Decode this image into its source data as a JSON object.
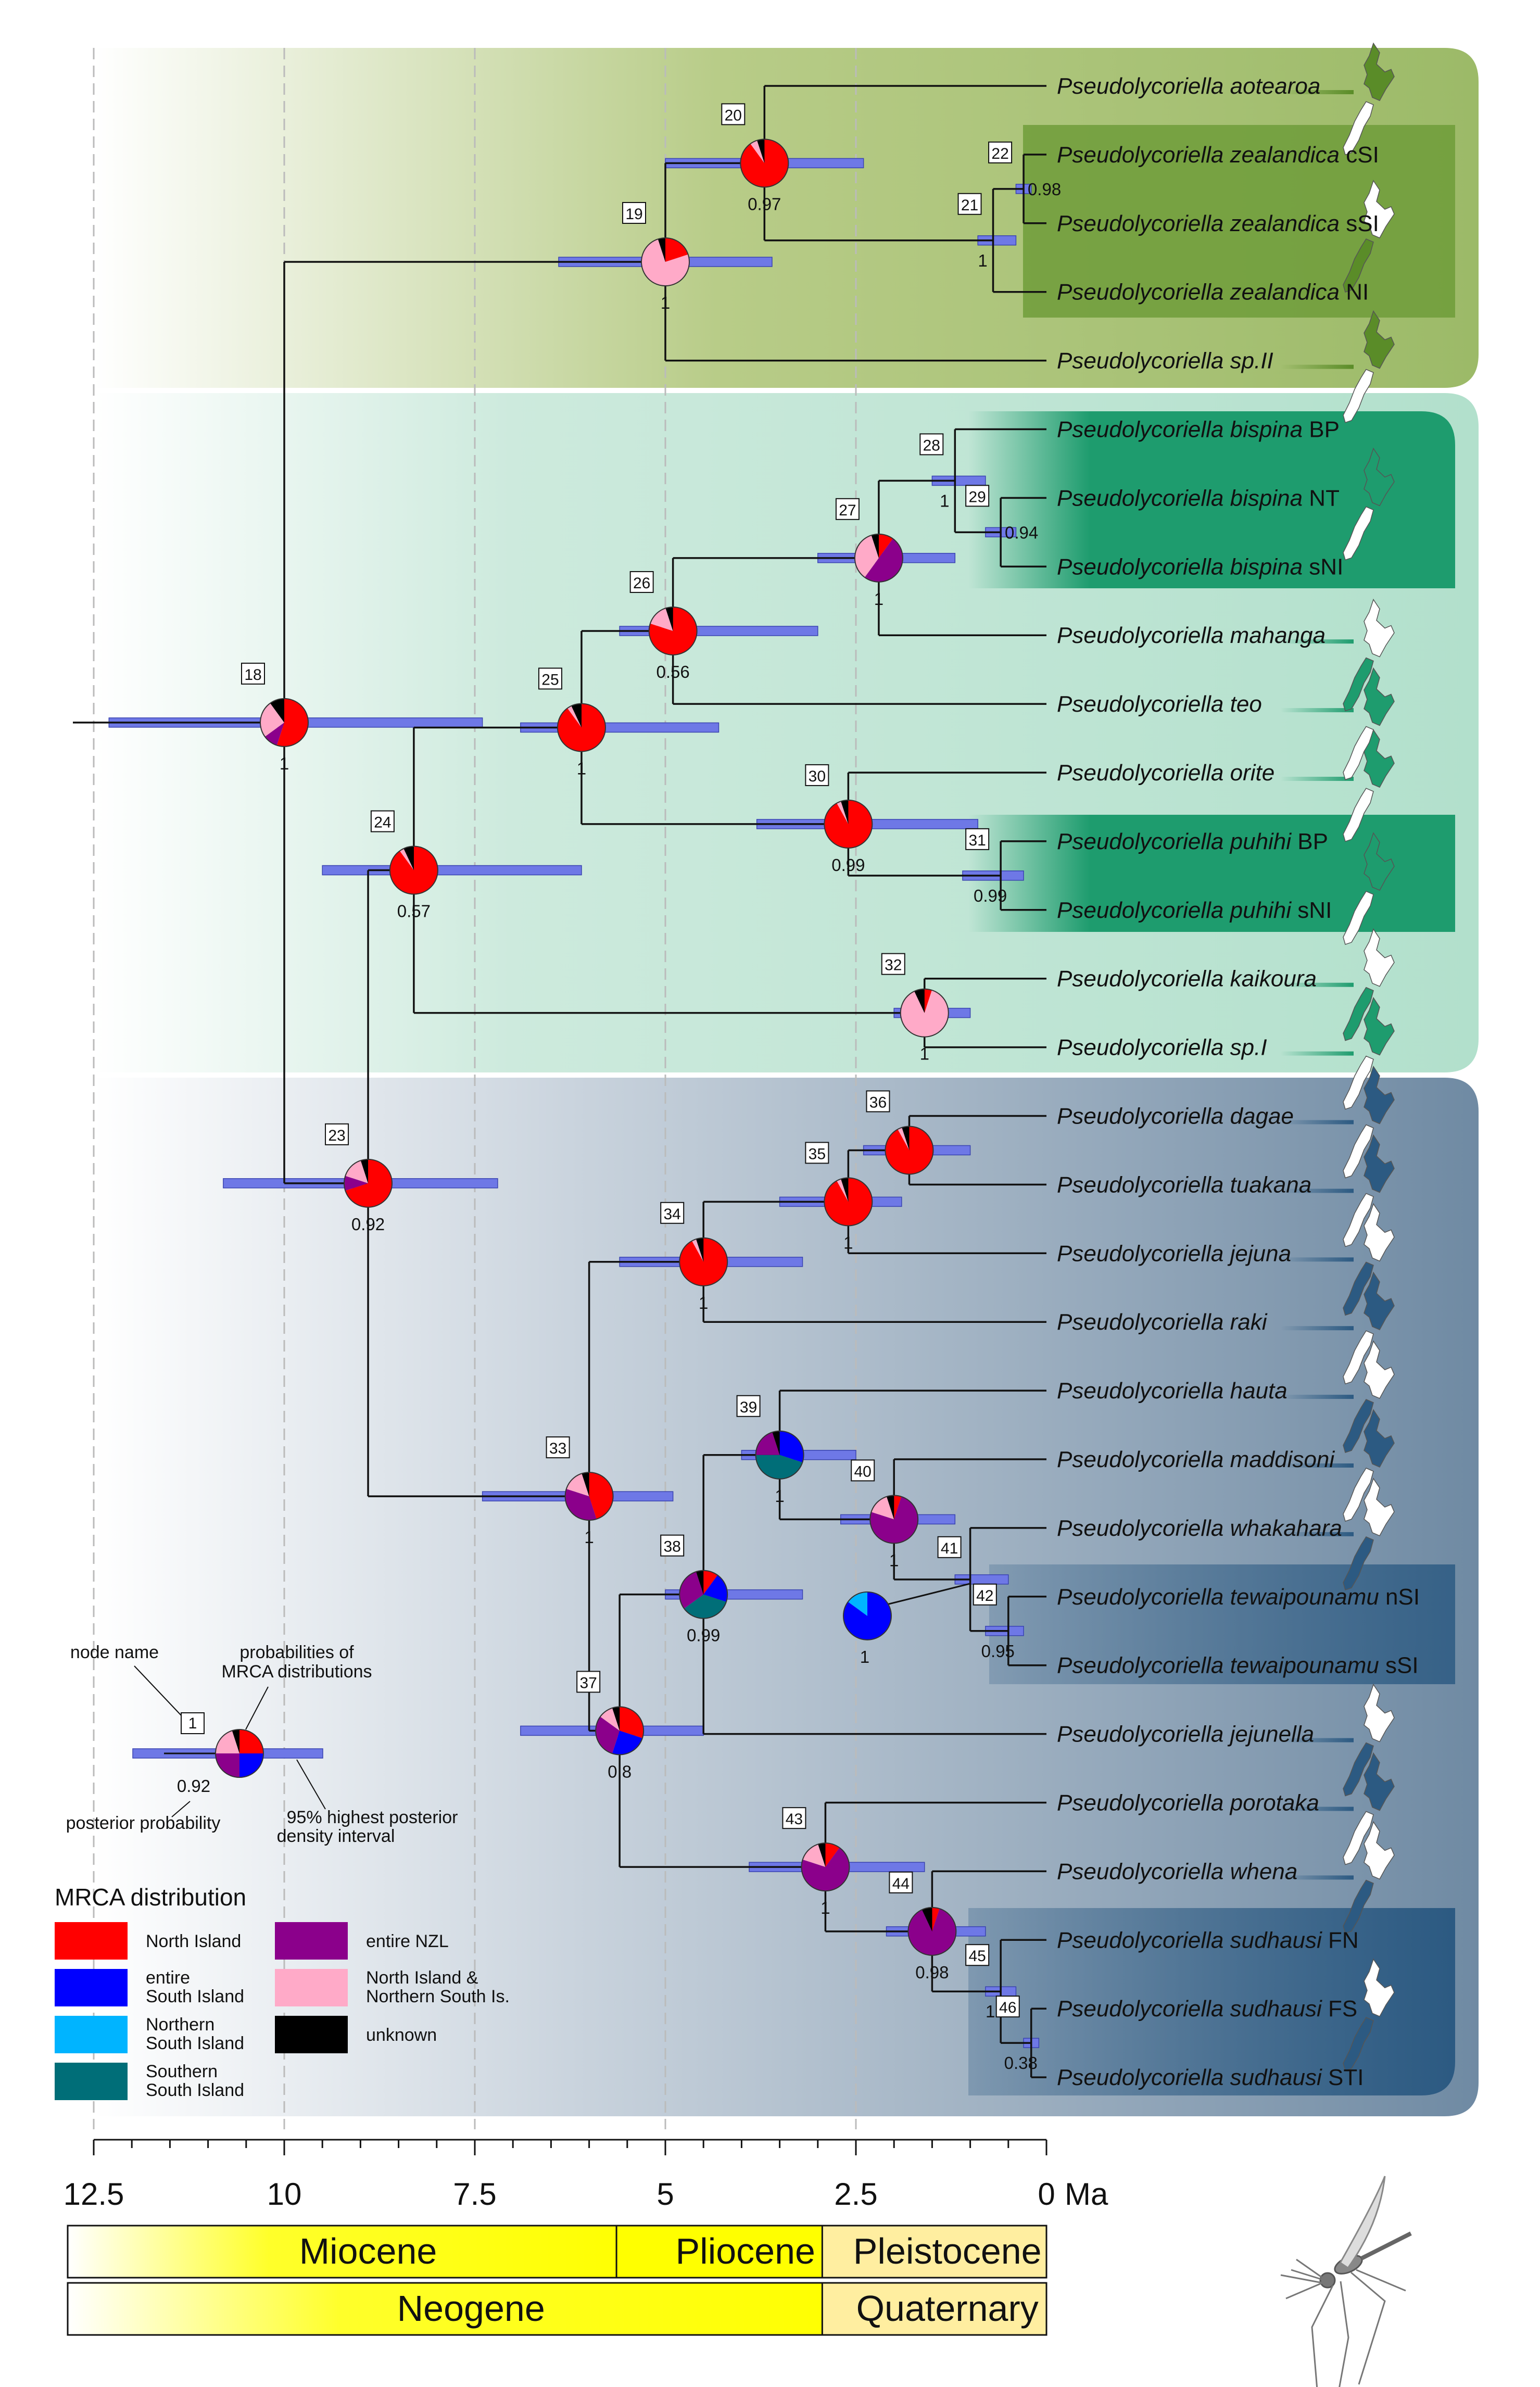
{
  "axis": {
    "min": 0,
    "max": 12.5,
    "unit": "Ma",
    "ticks": [
      {
        "value": 12.5,
        "label": "12.5"
      },
      {
        "value": 10,
        "label": "10"
      },
      {
        "value": 7.5,
        "label": "7.5"
      },
      {
        "value": 5,
        "label": "5"
      },
      {
        "value": 2.5,
        "label": "2.5"
      },
      {
        "value": 0,
        "label": "0"
      }
    ],
    "gridlines": [
      12.5,
      10,
      7.5,
      5,
      2.5
    ]
  },
  "epochs": [
    {
      "label": "Miocene",
      "start": 12.5,
      "end": 5.3,
      "row": 0
    },
    {
      "label": "Pliocene",
      "start": 5.3,
      "end": 2.6,
      "row": 0
    },
    {
      "label": "Pleistocene",
      "start": 2.6,
      "end": 0,
      "row": 0
    },
    {
      "label": "Neogene",
      "start": 12.5,
      "end": 2.6,
      "row": 1
    },
    {
      "label": "Quaternary",
      "start": 2.6,
      "end": 0,
      "row": 1
    }
  ],
  "colors": {
    "north_island": "#ff0000",
    "entire_south_island": "#0000ff",
    "northern_south_island": "#00b4ff",
    "southern_south_island": "#006e78",
    "entire_nzl": "#8b008b",
    "north_and_northern_south": "#ffaac8",
    "unknown": "#000000",
    "hpd_bar": "#6e78e6",
    "clade_a": "#8aa83c",
    "clade_b": "#a8dcc8",
    "clade_c": "#5a7896",
    "inset_a": "#5a8c28",
    "inset_b": "#1e9c6e",
    "inset_c": "#2c5a82"
  },
  "taxa": [
    {
      "genus": "Pseudolycoriella",
      "species": "aotearoa",
      "suffix": ""
    },
    {
      "genus": "Pseudolycoriella",
      "species": "zealandica",
      "suffix": "cSI"
    },
    {
      "genus": "Pseudolycoriella",
      "species": "zealandica",
      "suffix": "sSI"
    },
    {
      "genus": "Pseudolycoriella",
      "species": "zealandica",
      "suffix": "NI"
    },
    {
      "genus": "Pseudolycoriella",
      "species": "sp.II",
      "suffix": ""
    },
    {
      "genus": "Pseudolycoriella",
      "species": "bispina",
      "suffix": "BP"
    },
    {
      "genus": "Pseudolycoriella",
      "species": "bispina",
      "suffix": "NT"
    },
    {
      "genus": "Pseudolycoriella",
      "species": "bispina",
      "suffix": "sNI"
    },
    {
      "genus": "Pseudolycoriella",
      "species": "mahanga",
      "suffix": ""
    },
    {
      "genus": "Pseudolycoriella",
      "species": "teo",
      "suffix": ""
    },
    {
      "genus": "Pseudolycoriella",
      "species": "orite",
      "suffix": ""
    },
    {
      "genus": "Pseudolycoriella",
      "species": "puhihi",
      "suffix": "BP"
    },
    {
      "genus": "Pseudolycoriella",
      "species": "puhihi",
      "suffix": "sNI"
    },
    {
      "genus": "Pseudolycoriella",
      "species": "kaikoura",
      "suffix": ""
    },
    {
      "genus": "Pseudolycoriella",
      "species": "sp.I",
      "suffix": ""
    },
    {
      "genus": "Pseudolycoriella",
      "species": "dagae",
      "suffix": ""
    },
    {
      "genus": "Pseudolycoriella",
      "species": "tuakana",
      "suffix": ""
    },
    {
      "genus": "Pseudolycoriella",
      "species": "jejuna",
      "suffix": ""
    },
    {
      "genus": "Pseudolycoriella",
      "species": "raki",
      "suffix": ""
    },
    {
      "genus": "Pseudolycoriella",
      "species": "hauta",
      "suffix": ""
    },
    {
      "genus": "Pseudolycoriella",
      "species": "maddisoni",
      "suffix": ""
    },
    {
      "genus": "Pseudolycoriella",
      "species": "whakahara",
      "suffix": ""
    },
    {
      "genus": "Pseudolycoriella",
      "species": "tewaipounamu",
      "suffix": "nSI"
    },
    {
      "genus": "Pseudolycoriella",
      "species": "tewaipounamu",
      "suffix": "sSI"
    },
    {
      "genus": "Pseudolycoriella",
      "species": "jejunella",
      "suffix": ""
    },
    {
      "genus": "Pseudolycoriella",
      "species": "porotaka",
      "suffix": ""
    },
    {
      "genus": "Pseudolycoriella",
      "species": "whena",
      "suffix": ""
    },
    {
      "genus": "Pseudolycoriella",
      "species": "sudhausi",
      "suffix": "FN"
    },
    {
      "genus": "Pseudolycoriella",
      "species": "sudhausi",
      "suffix": "FS"
    },
    {
      "genus": "Pseudolycoriella",
      "species": "sudhausi",
      "suffix": "STI"
    }
  ],
  "nodes": [
    {
      "id": 18,
      "age": 10.0,
      "pp": "1",
      "hpd": [
        12.3,
        7.4
      ],
      "pie": [
        0.55,
        0,
        0,
        0,
        0.1,
        0.25,
        0.1
      ]
    },
    {
      "id": 19,
      "age": 5.0,
      "pp": "1",
      "hpd": [
        6.4,
        3.6
      ],
      "pie": [
        0.2,
        0,
        0,
        0,
        0,
        0.75,
        0.05
      ]
    },
    {
      "id": 20,
      "age": 3.7,
      "pp": "0.97",
      "hpd": [
        5.0,
        2.4
      ],
      "pie": [
        0.9,
        0,
        0,
        0,
        0,
        0.05,
        0.05
      ]
    },
    {
      "id": 21,
      "age": 0.7,
      "pp": "1",
      "hpd": [
        0.9,
        0.4
      ],
      "pie": []
    },
    {
      "id": 22,
      "age": 0.3,
      "pp": "0.98",
      "hpd": [
        0.4,
        0.2
      ],
      "pie": []
    },
    {
      "id": 23,
      "age": 8.9,
      "pp": "0.92",
      "hpd": [
        10.8,
        7.2
      ],
      "pie": [
        0.7,
        0,
        0,
        0,
        0.1,
        0.15,
        0.05
      ]
    },
    {
      "id": 24,
      "age": 8.3,
      "pp": "0.57",
      "hpd": [
        9.5,
        6.1
      ],
      "pie": [
        0.9,
        0,
        0,
        0,
        0,
        0.03,
        0.07
      ]
    },
    {
      "id": 25,
      "age": 6.1,
      "pp": "1",
      "hpd": [
        6.9,
        4.3
      ],
      "pie": [
        0.9,
        0,
        0,
        0,
        0,
        0.03,
        0.07
      ]
    },
    {
      "id": 26,
      "age": 4.9,
      "pp": "0.56",
      "hpd": [
        5.6,
        3.0
      ],
      "pie": [
        0.8,
        0,
        0,
        0,
        0,
        0.15,
        0.05
      ]
    },
    {
      "id": 27,
      "age": 2.2,
      "pp": "1",
      "hpd": [
        3.0,
        1.2
      ],
      "pie": [
        0.1,
        0,
        0,
        0,
        0.5,
        0.35,
        0.05
      ]
    },
    {
      "id": 28,
      "age": 1.2,
      "pp": "1",
      "hpd": [
        1.5,
        0.8
      ],
      "pie": []
    },
    {
      "id": 29,
      "age": 0.6,
      "pp": "0.94",
      "hpd": [
        0.8,
        0.4
      ],
      "pie": []
    },
    {
      "id": 30,
      "age": 2.6,
      "pp": "0.99",
      "hpd": [
        3.8,
        0.9
      ],
      "pie": [
        0.92,
        0,
        0,
        0,
        0,
        0.03,
        0.05
      ]
    },
    {
      "id": 31,
      "age": 0.6,
      "pp": "0.99",
      "hpd": [
        1.1,
        0.3
      ],
      "pie": []
    },
    {
      "id": 32,
      "age": 1.6,
      "pp": "1",
      "hpd": [
        2.0,
        1.0
      ],
      "pie": [
        0.05,
        0,
        0,
        0,
        0,
        0.88,
        0.07
      ]
    },
    {
      "id": 33,
      "age": 6.0,
      "pp": "1",
      "hpd": [
        7.4,
        4.9
      ],
      "pie": [
        0.45,
        0,
        0,
        0,
        0.35,
        0.15,
        0.05
      ]
    },
    {
      "id": 34,
      "age": 4.5,
      "pp": "1",
      "hpd": [
        5.6,
        3.2
      ],
      "pie": [
        0.92,
        0,
        0,
        0,
        0,
        0.03,
        0.05
      ]
    },
    {
      "id": 35,
      "age": 2.6,
      "pp": "1",
      "hpd": [
        3.5,
        1.9
      ],
      "pie": [
        0.92,
        0,
        0,
        0,
        0,
        0.03,
        0.05
      ]
    },
    {
      "id": 36,
      "age": 1.8,
      "pp": "",
      "hpd": [
        2.4,
        1.0
      ],
      "pie": [
        0.92,
        0,
        0,
        0,
        0,
        0.03,
        0.05
      ]
    },
    {
      "id": 37,
      "age": 5.6,
      "pp": "0.8",
      "hpd": [
        6.9,
        4.5
      ],
      "pie": [
        0.3,
        0.25,
        0,
        0,
        0.3,
        0.1,
        0.05
      ]
    },
    {
      "id": 38,
      "age": 4.5,
      "pp": "0.99",
      "hpd": [
        5.0,
        3.2
      ],
      "pie": [
        0.1,
        0.2,
        0,
        0.35,
        0.3,
        0,
        0.05
      ]
    },
    {
      "id": 39,
      "age": 3.5,
      "pp": "1",
      "hpd": [
        4.0,
        2.5
      ],
      "pie": [
        0,
        0.3,
        0,
        0.45,
        0.2,
        0,
        0.05
      ]
    },
    {
      "id": 40,
      "age": 2.0,
      "pp": "1",
      "hpd": [
        2.7,
        1.2
      ],
      "pie": [
        0.05,
        0,
        0,
        0,
        0.75,
        0.15,
        0.05
      ]
    },
    {
      "id": 41,
      "age": 1.0,
      "pp": "1",
      "hpd": [
        1.2,
        0.5
      ],
      "pie": [
        0,
        0.85,
        0.15,
        0,
        0,
        0,
        0
      ]
    },
    {
      "id": 42,
      "age": 0.5,
      "pp": "0.95",
      "hpd": [
        0.8,
        0.3
      ],
      "pie": []
    },
    {
      "id": 43,
      "age": 2.9,
      "pp": "1",
      "hpd": [
        3.9,
        1.6
      ],
      "pie": [
        0.1,
        0,
        0,
        0,
        0.7,
        0.15,
        0.05
      ]
    },
    {
      "id": 44,
      "age": 1.5,
      "pp": "0.98",
      "hpd": [
        2.1,
        0.8
      ],
      "pie": [
        0.05,
        0,
        0,
        0,
        0.88,
        0,
        0.07
      ]
    },
    {
      "id": 45,
      "age": 0.6,
      "pp": "1",
      "hpd": [
        0.8,
        0.4
      ],
      "pie": []
    },
    {
      "id": 46,
      "age": 0.2,
      "pp": "0.38",
      "hpd": [
        0.3,
        0.1
      ],
      "pie": []
    }
  ],
  "legend": {
    "example_node": "1",
    "example_pp": "0.92",
    "labels": {
      "node_name": "node name",
      "probabilities": [
        "probabilities of",
        "MRCA distributions"
      ],
      "posterior": "posterior probability",
      "hpd": [
        "95% highest posterior",
        "density interval"
      ]
    },
    "title": "MRCA distribution",
    "items": [
      {
        "key": "north_island",
        "lines": [
          "North Island"
        ]
      },
      {
        "key": "entire_south_island",
        "lines": [
          "entire",
          "South Island"
        ]
      },
      {
        "key": "northern_south_island",
        "lines": [
          "Northern",
          "South Island"
        ]
      },
      {
        "key": "southern_south_island",
        "lines": [
          "Southern",
          "South Island"
        ]
      },
      {
        "key": "entire_nzl",
        "lines": [
          "entire NZL"
        ]
      },
      {
        "key": "north_and_northern_south",
        "lines": [
          "North Island &",
          "Northern South Is."
        ]
      },
      {
        "key": "unknown",
        "lines": [
          "unknown"
        ]
      }
    ]
  },
  "icons": [
    "nz-map-icon",
    "fungus-gnat-icon"
  ]
}
